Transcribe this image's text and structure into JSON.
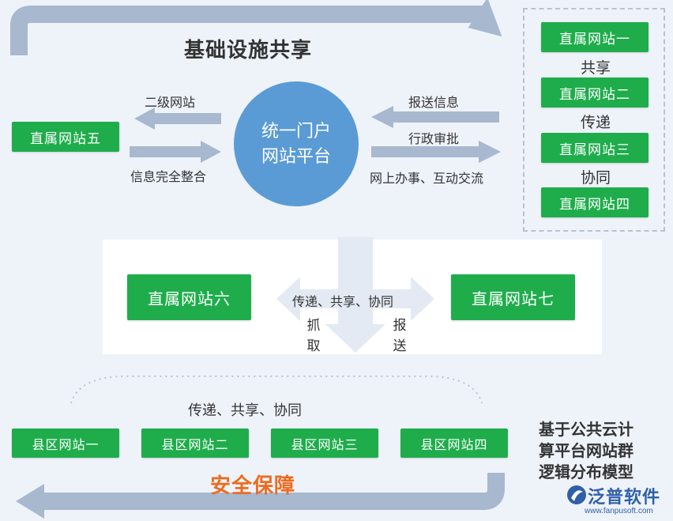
{
  "title": "基础设施共享",
  "center": {
    "line1": "统一门户",
    "line2": "网站平台"
  },
  "left_box": "直属网站五",
  "left_labels": {
    "top": "二级网站",
    "bottom": "信息完全整合"
  },
  "right_labels": {
    "top": "报送信息",
    "middle": "行政审批",
    "bottom": "网上办事、互动交流"
  },
  "right_boxes": [
    "直属网站一",
    "直属网站二",
    "直属网站三",
    "直属网站四"
  ],
  "right_words": [
    "共享",
    "传递",
    "协同"
  ],
  "middle": {
    "left_box": "直属网站六",
    "right_box": "直属网站七",
    "label": "传递、共享、协同",
    "grab": [
      "抓",
      "取"
    ],
    "report": [
      "报",
      "送"
    ]
  },
  "county": {
    "label": "传递、共享、协同",
    "boxes": [
      "县区网站一",
      "县区网站二",
      "县区网站三",
      "县区网站四"
    ]
  },
  "safety": "安全保障",
  "side_text": [
    "基于公共云计",
    "算平台网站群",
    "逻辑分布模型"
  ],
  "logo": {
    "name": "泛普软件",
    "url": "www.fanpusoft.com"
  },
  "colors": {
    "green": "#1fad4c",
    "circle": "#5b9bd5",
    "arrow": "#a7b8cf",
    "accent": "#ee6b1e"
  }
}
